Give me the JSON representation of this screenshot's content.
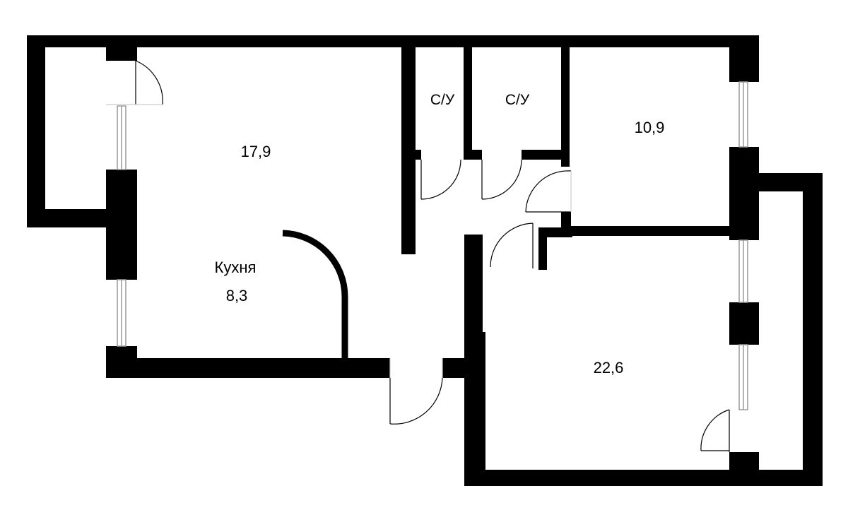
{
  "floor_plan": {
    "colors": {
      "wall": "#000000",
      "background": "#ffffff",
      "window_frame": "#9a9a9a",
      "door_swing": "#000000"
    },
    "rooms": {
      "living_room_area": "17,9",
      "kitchen_name": "Кухня",
      "kitchen_area": "8,3",
      "bathroom_1_label": "С/У",
      "bathroom_2_label": "С/У",
      "bedroom_small_area": "10,9",
      "bedroom_large_area": "22,6"
    }
  }
}
